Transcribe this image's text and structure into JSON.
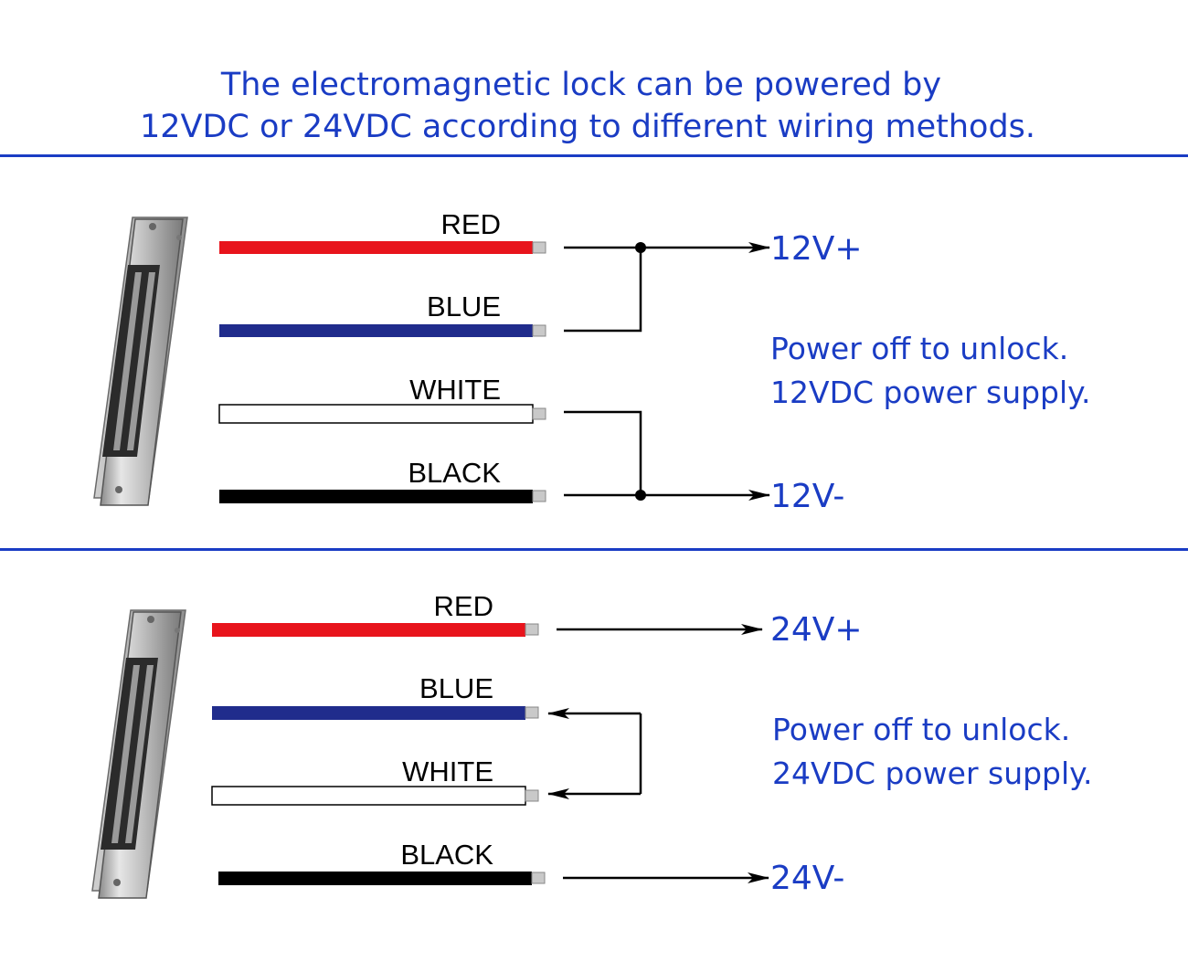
{
  "title": {
    "line1": "The electromagnetic lock can be powered by",
    "line2": "12VDC or 24VDC according to different wiring methods."
  },
  "colors": {
    "text_blue": "#1a3cc4",
    "divider": "#1a3cc4",
    "red_wire": "#e8141c",
    "blue_wire": "#202c8c",
    "white_wire": "#ffffff",
    "black_wire": "#000000"
  },
  "panel_12v": {
    "wires": [
      {
        "label": "RED",
        "color": "#e8141c"
      },
      {
        "label": "BLUE",
        "color": "#202c8c"
      },
      {
        "label": "WHITE",
        "color": "#ffffff"
      },
      {
        "label": "BLACK",
        "color": "#000000"
      }
    ],
    "positive": "12V+",
    "negative": "12V-",
    "note_line1": "Power off to unlock.",
    "note_line2": "12VDC power supply."
  },
  "panel_24v": {
    "wires": [
      {
        "label": "RED",
        "color": "#e8141c"
      },
      {
        "label": "BLUE",
        "color": "#202c8c"
      },
      {
        "label": "WHITE",
        "color": "#ffffff"
      },
      {
        "label": "BLACK",
        "color": "#000000"
      }
    ],
    "positive": "24V+",
    "negative": "24V-",
    "note_line1": "Power off to unlock.",
    "note_line2": "24VDC power supply."
  }
}
